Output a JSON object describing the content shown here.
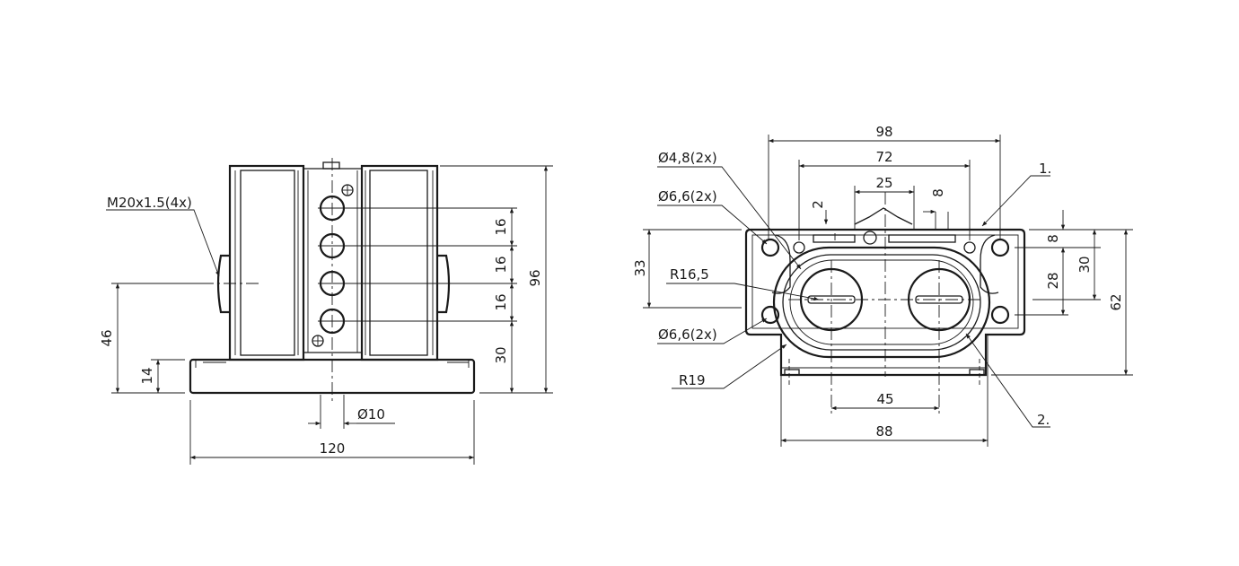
{
  "left_view": {
    "thread_label": "M20x1.5(4x)",
    "dim_16_a": "16",
    "dim_16_b": "16",
    "dim_16_c": "16",
    "dim_30": "30",
    "dim_96": "96",
    "dim_46": "46",
    "dim_14": "14",
    "dim_dia10": "Ø10",
    "dim_120": "120"
  },
  "right_view": {
    "dim_98": "98",
    "dim_72": "72",
    "dim_25": "25",
    "dim_2": "2",
    "dim_8_top": "8",
    "hole_48": "Ø4,8(2x)",
    "hole_66_top": "Ø6,6(2x)",
    "hole_66_bottom": "Ø6,6(2x)",
    "r165": "R16,5",
    "r19": "R19",
    "dim_33": "33",
    "dim_8_right": "8",
    "dim_28": "28",
    "dim_30": "30",
    "dim_62": "62",
    "dim_45": "45",
    "dim_88": "88",
    "callout_1": "1.",
    "callout_2": "2."
  }
}
